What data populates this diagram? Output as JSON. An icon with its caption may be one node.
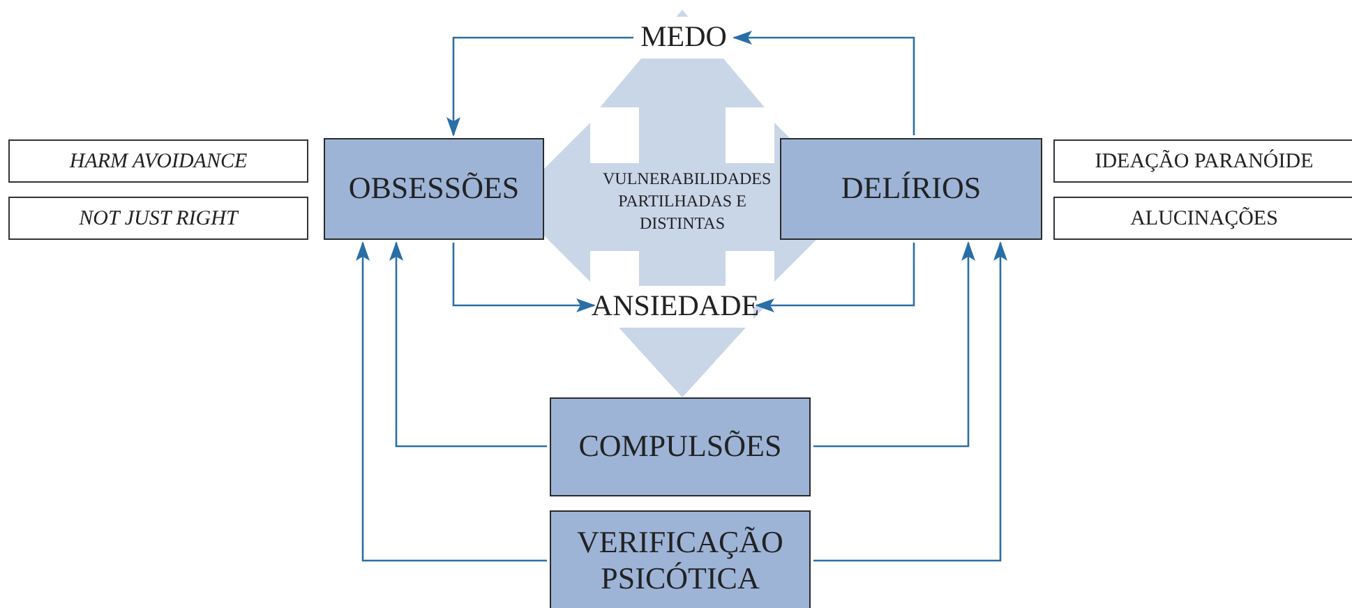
{
  "diagram": {
    "nodes": [
      {
        "text": [
          "MEDO"
        ]
      },
      {
        "text": [
          "OBSESSÕES"
        ]
      },
      {
        "text": [
          "DELÍRIOS"
        ]
      },
      {
        "text": [
          "ANSIEDADE"
        ]
      },
      {
        "text": [
          "COMPULSÕES"
        ]
      },
      {
        "text": [
          "VERIFICAÇÃO PSICÓTICA"
        ]
      },
      {
        "text": [
          "HARM AVOIDANCE"
        ]
      },
      {
        "text": [
          "NOT JUST RIGHT"
        ]
      },
      {
        "text": [
          "IDEAÇÃO PARANÓIDE"
        ]
      },
      {
        "text": [
          "ALUCINAÇÕES"
        ]
      }
    ],
    "edges": [
      {
        "from": 0,
        "to": 1,
        "arrow": "to"
      },
      {
        "from": 2,
        "to": 0,
        "arrow": "to"
      },
      {
        "from": 1,
        "to": 3,
        "arrow": "to"
      },
      {
        "from": 2,
        "to": 3,
        "arrow": "to"
      },
      {
        "from": 4,
        "to": 1,
        "arrow": "to"
      },
      {
        "from": 4,
        "to": 2,
        "arrow": "to"
      },
      {
        "from": 5,
        "to": 1,
        "arrow": "to"
      },
      {
        "from": 5,
        "to": 2,
        "arrow": "to"
      }
    ],
    "labels": [
      "VULNERABILIDADES PARTILHADAS E DISTINTAS"
    ]
  }
}
